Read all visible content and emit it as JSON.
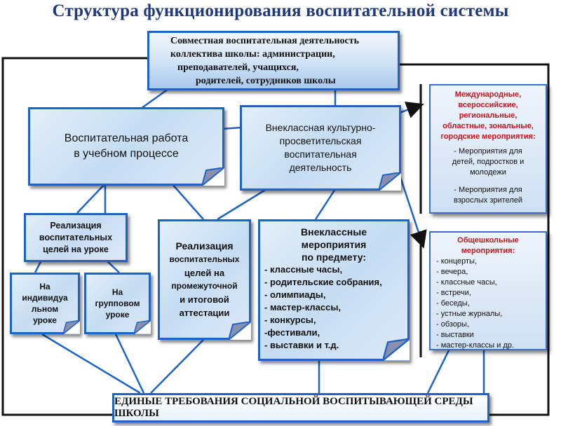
{
  "title": "Структура функционирования воспитательной системы",
  "top": {
    "lines": [
      "Совместная воспитательная деятельность",
      "коллектива школы: администрации,",
      "преподавателей, учащихся,",
      "родителей, сотрудников школы"
    ]
  },
  "left_main": {
    "lines": [
      "Воспитательная работа",
      "в  учебном процессе"
    ]
  },
  "right_main": {
    "lines": [
      "Внеклассная  культурно-",
      "просветительская",
      "воспитательная",
      "деятельность"
    ]
  },
  "lesson_goals": {
    "lines": [
      "Реализация",
      "воспитательных",
      "целей на уроке"
    ]
  },
  "individual": {
    "lines": [
      "На",
      "индивидуа",
      "льном",
      "уроке"
    ]
  },
  "group": {
    "lines": [
      "На",
      "групповом",
      "уроке"
    ]
  },
  "attestation": {
    "lines": [
      "Реализация",
      "воспитательных",
      "целей на",
      "промежуточной",
      "и итоговой",
      "аттестации"
    ]
  },
  "subject_events": {
    "heading": [
      "Внеклассные",
      "мероприятия",
      "по предмету:"
    ],
    "items": [
      "- классные часы,",
      "- родительские собрания,",
      "- олимпиады,",
      "- мастер-классы,",
      "- конкурсы,",
      "-фестивали,",
      "- выставки и т.д."
    ]
  },
  "external_events": {
    "heading": [
      "Международные,",
      "всероссийские,",
      "региональные,",
      "областные, зональные,",
      "городские мероприятия:"
    ],
    "items": [
      "- Мероприятия для",
      "детей,  подростков и",
      "молодежи",
      "",
      "- Мероприятия для",
      "взрослых зрителей"
    ]
  },
  "school_events": {
    "heading": [
      "Общешкольные",
      "мероприятия:"
    ],
    "items": [
      "- концерты,",
      "- вечера,",
      "- классные часы,",
      "- встречи,",
      "- беседы,",
      "- устные журналы,",
      "- обзоры,",
      "- выставки",
      "- мастер-классы и др."
    ]
  },
  "bottom": "ЕДИНЫЕ ТРЕБОВАНИЯ СОЦИАЛЬНОЙ ВОСПИТЫВАЮЩЕЙ СРЕДЫ ШКОЛЫ",
  "colors": {
    "box_border": "#1e63c8",
    "accent_red": "#c4141c",
    "title": "#1f3a7a"
  }
}
